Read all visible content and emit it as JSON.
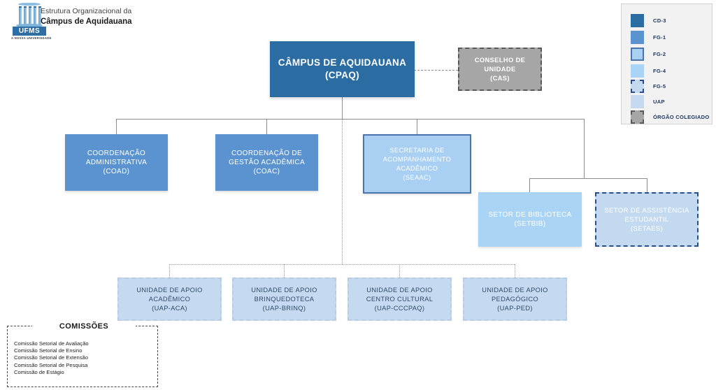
{
  "header": {
    "logo": {
      "icon": "ufms-building-logo",
      "wordmark": "UFMS",
      "tagline": "A NOSSA UNIVERSIDADE"
    },
    "title_line1": "Estrutura Organizacional da",
    "title_line2": "Câmpus de Aquidauana"
  },
  "legend": {
    "items": [
      {
        "label": "CD-3",
        "style": "solid",
        "fill": "#2b6ca3",
        "border": "none"
      },
      {
        "label": "FG-1",
        "style": "solid",
        "fill": "#5b93d1",
        "border": "none"
      },
      {
        "label": "FG-2",
        "style": "solid",
        "fill": "#a9d0f2",
        "border": "#4a74ab"
      },
      {
        "label": "FG-4",
        "style": "solid",
        "fill": "#a9d4f5",
        "border": "none"
      },
      {
        "label": "FG-5",
        "style": "dashed",
        "fill": "#c3d9ef",
        "border": "#2a4e8c"
      },
      {
        "label": "UAP",
        "style": "dashed",
        "fill": "#c5daf0",
        "border": "#b9cde2"
      },
      {
        "label": "ÓRGÃO COLEGIADO",
        "style": "dashed",
        "fill": "#a6a6a6",
        "border": "#595959"
      }
    ]
  },
  "chart": {
    "nodes": {
      "cpaq": {
        "title": "CÂMPUS DE AQUIDAUANA",
        "acronym": "(CPAQ)",
        "text": "CÂMPUS DE AQUIDAUANA\n(CPAQ)",
        "level": "CD-3"
      },
      "cas": {
        "title": "CONSELHO DE UNIDADE",
        "acronym": "(CAS)",
        "text": "CONSELHO DE\nUNIDADE\n(CAS)",
        "level": "ÓRGÃO COLEGIADO"
      },
      "coad": {
        "title": "COORDENAÇÃO ADMINISTRATIVA",
        "acronym": "(COAD)",
        "text": "COORDENAÇÃO\nADMINISTRATIVA\n(COAD)",
        "level": "FG-1"
      },
      "coac": {
        "title": "COORDENAÇÃO DE GESTÃO ACADÊMICA",
        "acronym": "(COAC)",
        "text": "COORDENAÇÃO DE\nGESTÃO ACADÊMICA\n(COAC)",
        "level": "FG-1"
      },
      "seaac": {
        "title": "SECRETARIA DE ACOMPANHAMENTO ACADÊMICO",
        "acronym": "(SEAAC)",
        "text": "SECRETARIA DE\nACOMPANHAMENTO\nACADÊMICO\n(SEAAC)",
        "level": "FG-2"
      },
      "setbib": {
        "title": "SETOR DE BIBLIOTECA",
        "acronym": "(SETBIB)",
        "text": "SETOR DE BIBLIOTECA\n(SETBIB)",
        "level": "FG-4"
      },
      "setaes": {
        "title": "SETOR DE ASSISTÊNCIA ESTUDANTIL",
        "acronym": "(SETAES)",
        "text": "SETOR DE ASSISTÊNCIA\nESTUDANTIL\n(SETAES)",
        "level": "FG-5"
      },
      "uap_aca": {
        "title": "UNIDADE DE APOIO ACADÊMICO",
        "acronym": "(UAP-ACA)",
        "text": "UNIDADE DE APOIO\nACADÊMICO\n(UAP-ACA)",
        "level": "UAP"
      },
      "uap_brinq": {
        "title": "UNIDADE DE APOIO BRINQUEDOTECA",
        "acronym": "(UAP-BRINQ)",
        "text": "UNIDADE DE APOIO\nBRINQUEDOTECA\n(UAP-BRINQ)",
        "level": "UAP"
      },
      "uap_cccpaq": {
        "title": "UNIDADE DE APOIO CENTRO CULTURAL",
        "acronym": "(UAP-CCCPAQ)",
        "text": "UNIDADE DE APOIO\nCENTRO CULTURAL\n(UAP-CCCPAQ)",
        "level": "UAP"
      },
      "uap_ped": {
        "title": "UNIDADE DE APOIO PEDAGÓGICO",
        "acronym": "(UAP-PED)",
        "text": "UNIDADE DE APOIO\nPEDAGÓGICO\n(UAP-PED)",
        "level": "UAP"
      }
    }
  },
  "comissoes": {
    "title": "COMISSÕES",
    "items": [
      "Comissão Setorial de Avaliação",
      "Comissão Setorial de Ensino",
      "Comissão Setorial de Extensão",
      "Comissão Setorial de Pesquisa",
      "Comissão de Estágio"
    ]
  }
}
